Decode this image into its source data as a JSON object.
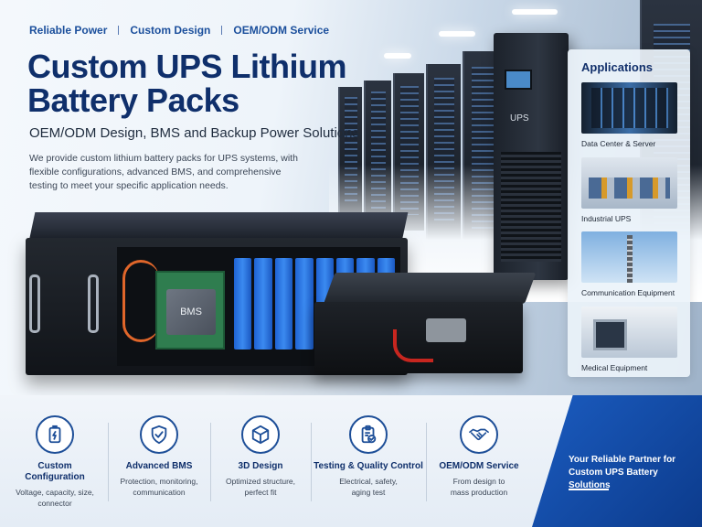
{
  "header": {
    "taglines": [
      "Reliable Power",
      "Custom Design",
      "OEM/ODM Service"
    ],
    "title": "Custom UPS Lithium Battery Packs",
    "subtitle": "OEM/ODM Design, BMS and Backup Power Solutions",
    "description": "We provide custom lithium battery packs for UPS systems, with flexible configurations, advanced BMS, and comprehensive testing to meet your specific application needs."
  },
  "product": {
    "bms_label": "BMS",
    "ups_label": "UPS"
  },
  "applications": {
    "title": "Applications",
    "items": [
      {
        "label": "Data Center & Server",
        "icon": "data-center-image"
      },
      {
        "label": "Industrial UPS",
        "icon": "industrial-image"
      },
      {
        "label": "Communication Equipment",
        "icon": "telecom-tower-image"
      },
      {
        "label": "Medical Equipment",
        "icon": "medical-image"
      }
    ]
  },
  "features": [
    {
      "title": "Custom Configuration",
      "desc": "Voltage, capacity, size, connector",
      "icon": "battery-bolt-icon"
    },
    {
      "title": "Advanced BMS",
      "desc": "Protection, monitoring, communication",
      "icon": "shield-check-icon"
    },
    {
      "title": "3D Design",
      "desc": "Optimized structure, perfect fit",
      "icon": "cube-icon"
    },
    {
      "title": "Testing & Quality Control",
      "desc": "Electrical, safety, aging test",
      "icon": "clipboard-check-icon"
    },
    {
      "title": "OEM/ODM Service",
      "desc": "From design to mass production",
      "icon": "handshake-icon"
    }
  ],
  "partner": {
    "text": "Your Reliable Partner for Custom UPS Battery Solutions"
  },
  "colors": {
    "brand_navy": "#0f2f6b",
    "accent_blue": "#1b5cc0",
    "cell_blue": "#2f7ae6"
  }
}
